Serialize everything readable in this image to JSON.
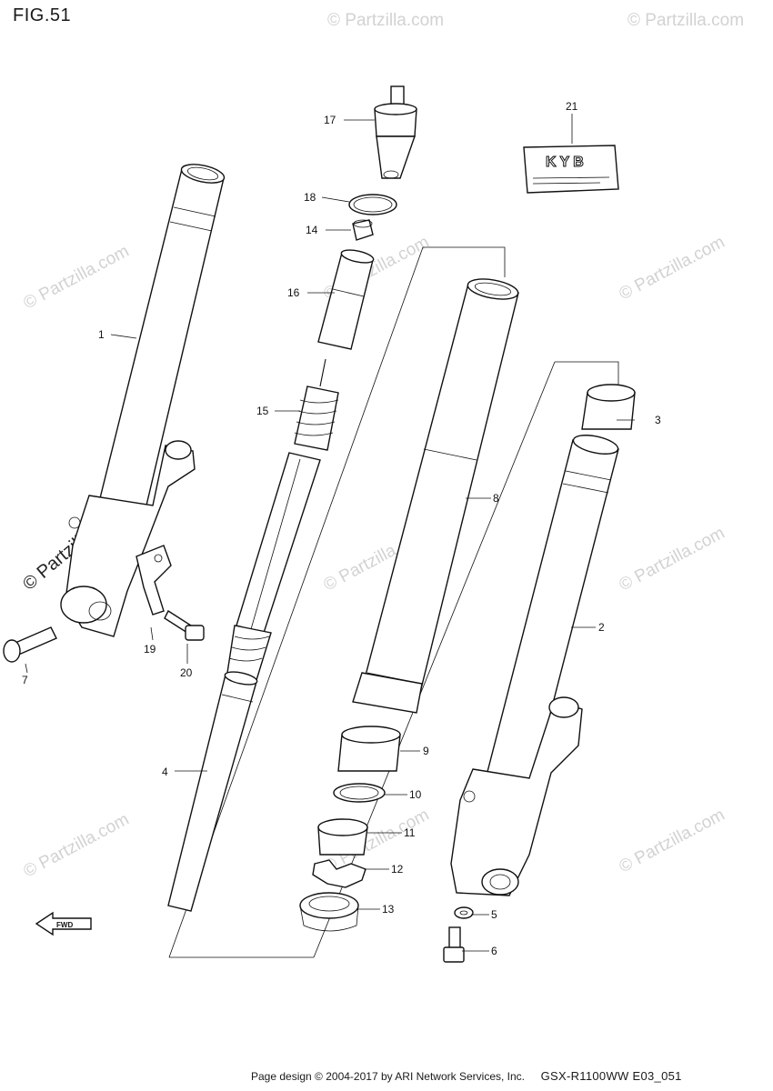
{
  "figure": {
    "title": "FIG.51"
  },
  "watermark": {
    "text": "© Partzilla.com"
  },
  "callouts": [
    {
      "id": "c1",
      "label": "1"
    },
    {
      "id": "c2",
      "label": "2"
    },
    {
      "id": "c3",
      "label": "3"
    },
    {
      "id": "c4",
      "label": "4"
    },
    {
      "id": "c5",
      "label": "5"
    },
    {
      "id": "c6",
      "label": "6"
    },
    {
      "id": "c7",
      "label": "7"
    },
    {
      "id": "c8",
      "label": "8"
    },
    {
      "id": "c9",
      "label": "9"
    },
    {
      "id": "c10",
      "label": "10"
    },
    {
      "id": "c11",
      "label": "11"
    },
    {
      "id": "c12",
      "label": "12"
    },
    {
      "id": "c13",
      "label": "13"
    },
    {
      "id": "c14",
      "label": "14"
    },
    {
      "id": "c15",
      "label": "15"
    },
    {
      "id": "c16",
      "label": "16"
    },
    {
      "id": "c17",
      "label": "17"
    },
    {
      "id": "c18",
      "label": "18"
    },
    {
      "id": "c19",
      "label": "19"
    },
    {
      "id": "c20",
      "label": "20"
    },
    {
      "id": "c21",
      "label": "21"
    }
  ],
  "label_plate": {
    "brand": "KYB"
  },
  "fwd_arrow": {
    "text": "FWD"
  },
  "footer": {
    "credit": "Page design © 2004-2017 by ARI Network Services, Inc.",
    "model_code": "GSX-R1100WW  E03_051"
  }
}
